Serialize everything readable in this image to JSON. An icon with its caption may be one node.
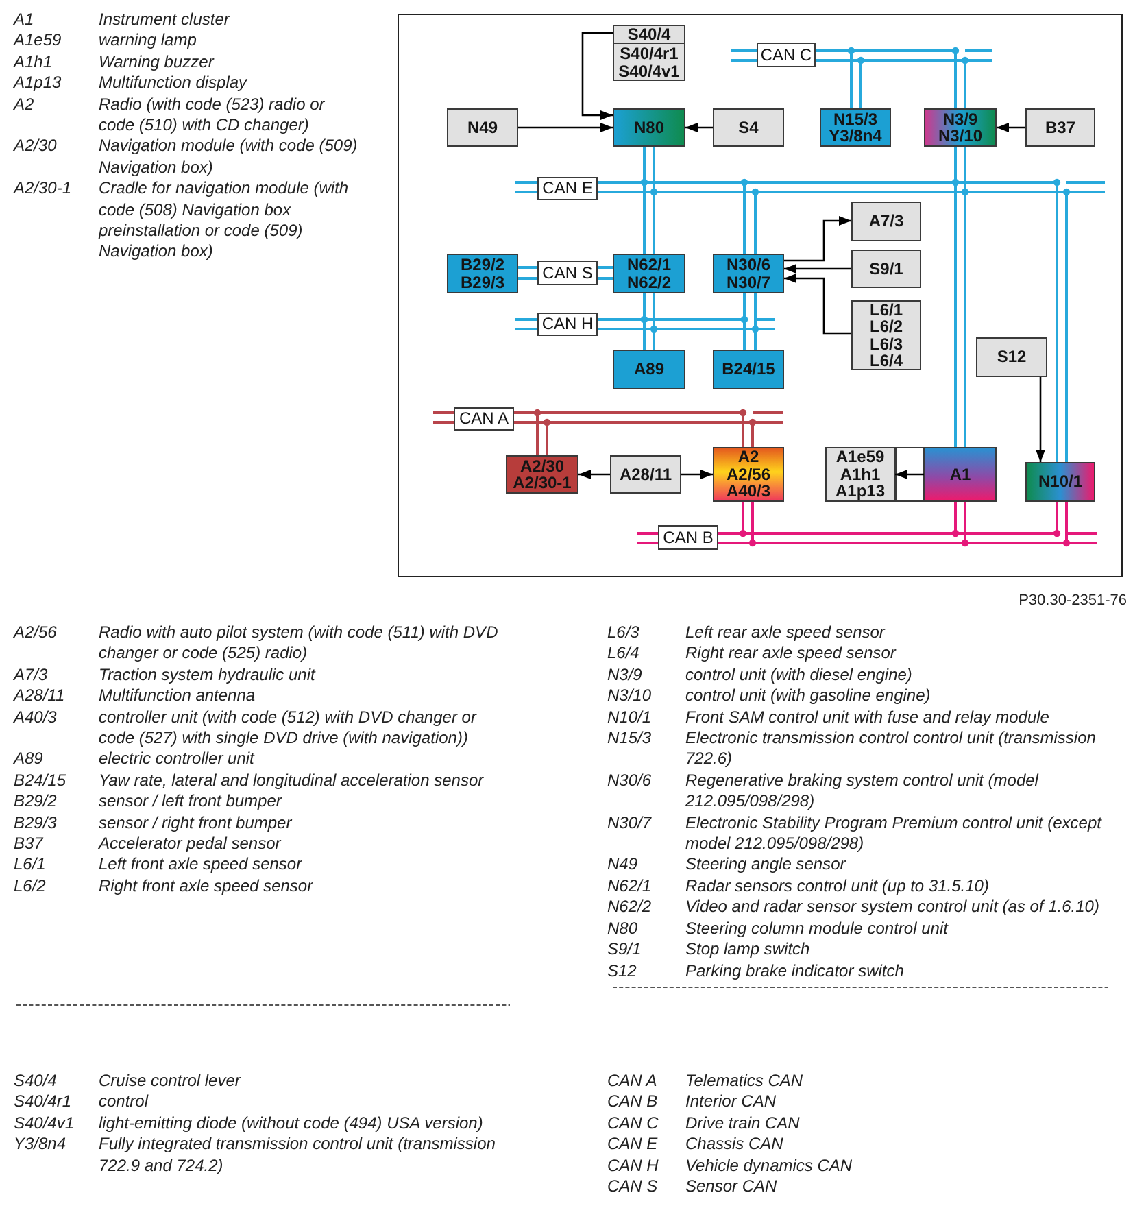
{
  "diagram": {
    "nodes": [
      {
        "text": [
          "S40/4",
          "S40/4r1",
          "S40/4v1"
        ]
      },
      {
        "text": [
          "CAN C"
        ]
      },
      {
        "text": [
          "N49"
        ]
      },
      {
        "text": [
          "N80"
        ]
      },
      {
        "text": [
          "S4"
        ]
      },
      {
        "text": [
          "N15/3",
          "Y3/8n4"
        ]
      },
      {
        "text": [
          "N3/9",
          "N3/10"
        ]
      },
      {
        "text": [
          "B37"
        ]
      },
      {
        "text": [
          "CAN E"
        ]
      },
      {
        "text": [
          "A7/3"
        ]
      },
      {
        "text": [
          "B29/2",
          "B29/3"
        ]
      },
      {
        "text": [
          "CAN S"
        ]
      },
      {
        "text": [
          "N62/1",
          "N62/2"
        ]
      },
      {
        "text": [
          "N30/6",
          "N30/7"
        ]
      },
      {
        "text": [
          "S9/1"
        ]
      },
      {
        "text": [
          "L6/1",
          "L6/2",
          "L6/3",
          "L6/4"
        ]
      },
      {
        "text": [
          "CAN H"
        ]
      },
      {
        "text": [
          "S12"
        ]
      },
      {
        "text": [
          "A89"
        ]
      },
      {
        "text": [
          "B24/15"
        ]
      },
      {
        "text": [
          "CAN A"
        ]
      },
      {
        "text": [
          "A2/30",
          "A2/30-1"
        ]
      },
      {
        "text": [
          "A28/11"
        ]
      },
      {
        "text": [
          "A2",
          "A2/56",
          "A40/3"
        ]
      },
      {
        "text": [
          "A1e59",
          "A1h1",
          "A1p13"
        ]
      },
      {
        "text": [
          "A1"
        ]
      },
      {
        "text": [
          "N10/1"
        ]
      },
      {
        "text": [
          "CAN B"
        ]
      }
    ],
    "edges": [
      {
        "from": 0,
        "to": 3,
        "arrow": "to",
        "color": "#000000"
      },
      {
        "from": 1,
        "to": 5,
        "arrow": "none"
      },
      {
        "from": 1,
        "to": 6,
        "arrow": "none"
      },
      {
        "from": 2,
        "to": 3,
        "arrow": "to",
        "color": "#000000"
      },
      {
        "from": 4,
        "to": 3,
        "arrow": "to",
        "color": "#000000"
      },
      {
        "from": 7,
        "to": 6,
        "arrow": "to",
        "color": "#000000"
      },
      {
        "from": 8,
        "to": 3,
        "arrow": "none"
      },
      {
        "from": 8,
        "to": 12,
        "arrow": "none"
      },
      {
        "from": 8,
        "to": 13,
        "arrow": "none"
      },
      {
        "from": 8,
        "to": 6,
        "arrow": "none"
      },
      {
        "from": 8,
        "to": 25,
        "arrow": "none"
      },
      {
        "from": 8,
        "to": 26,
        "arrow": "none"
      },
      {
        "from": 13,
        "to": 9,
        "arrow": "to",
        "color": "#000000"
      },
      {
        "from": 11,
        "to": 10,
        "arrow": "none"
      },
      {
        "from": 11,
        "to": 12,
        "arrow": "none"
      },
      {
        "from": 14,
        "to": 13,
        "arrow": "to",
        "color": "#000000"
      },
      {
        "from": 15,
        "to": 13,
        "arrow": "to",
        "color": "#000000"
      },
      {
        "from": 16,
        "to": 12,
        "arrow": "none"
      },
      {
        "from": 16,
        "to": 18,
        "arrow": "none"
      },
      {
        "from": 16,
        "to": 13,
        "arrow": "none"
      },
      {
        "from": 16,
        "to": 19,
        "arrow": "none"
      },
      {
        "from": 17,
        "to": 26,
        "arrow": "to",
        "color": "#000000"
      },
      {
        "from": 20,
        "to": 21,
        "arrow": "none",
        "color": "#b8444b"
      },
      {
        "from": 20,
        "to": 23,
        "arrow": "none",
        "color": "#b8444b"
      },
      {
        "from": 22,
        "to": 21,
        "arrow": "to",
        "color": "#000000"
      },
      {
        "from": 22,
        "to": 23,
        "arrow": "to",
        "color": "#000000"
      },
      {
        "from": 25,
        "to": 24,
        "arrow": "to",
        "color": "#000000"
      },
      {
        "from": 27,
        "to": 23,
        "arrow": "none",
        "color": "#e5187a"
      },
      {
        "from": 27,
        "to": 25,
        "arrow": "none",
        "color": "#e5187a"
      },
      {
        "from": 27,
        "to": 26,
        "arrow": "none",
        "color": "#e5187a"
      }
    ],
    "labels": [
      "A1",
      "Instrument cluster",
      "A1e59",
      "warning lamp",
      "A1h1",
      "Warning buzzer",
      "A1p13",
      "Multifunction display",
      "A2",
      "Radio (with code (523) radio or code (510) with CD changer)",
      "A2/30",
      "Navigation module (with code (509) Navigation box)",
      "A2/30-1",
      "Cradle for navigation module (with code (508) Navigation box preinstallation or code (509) Navigation box)",
      "P30.30-2351-76",
      "A2/56",
      "Radio with auto pilot system (with code (511) with DVD changer or code (525) radio)",
      "A7/3",
      "Traction system hydraulic unit",
      "A28/11",
      "Multifunction antenna",
      "A40/3",
      "controller unit (with code (512) with DVD changer or code (527) with single DVD drive (with navigation))",
      "A89",
      "electric controller unit",
      "B24/15",
      "Yaw rate, lateral and longitudinal acceleration sensor",
      "B29/2",
      "sensor / left front bumper",
      "B29/3",
      "sensor / right front bumper",
      "B37",
      "Accelerator pedal sensor",
      "L6/1",
      "Left front axle speed sensor",
      "L6/2",
      "Right front axle speed sensor",
      "L6/3",
      "Left rear axle speed sensor",
      "L6/4",
      "Right rear axle speed sensor",
      "N3/9",
      "control unit (with diesel engine)",
      "N3/10",
      "control unit (with gasoline engine)",
      "N10/1",
      "Front SAM control unit with fuse and relay module",
      "N15/3",
      "Electronic transmission control control unit (transmission 722.6)",
      "N30/6",
      "Regenerative braking system control unit (model 212.095/098/298)",
      "N30/7",
      "Electronic Stability Program Premium control unit (except model 212.095/098/298)",
      "N49",
      "Steering angle sensor",
      "N62/1",
      "Radar sensors control unit (up to 31.5.10)",
      "N62/2",
      "Video and radar sensor system control unit (as of 1.6.10)",
      "N80",
      "Steering column module control unit",
      "S9/1",
      "Stop lamp switch",
      "S12",
      "Parking brake indicator switch",
      "S40/4",
      "Cruise control lever",
      "S40/4r1",
      "control",
      "S40/4v1",
      "light-emitting diode (without code (494) USA version)",
      "Y3/8n4",
      "Fully integrated transmission control unit (transmission 722.9 and 724.2)",
      "CAN A",
      "Telematics CAN",
      "CAN B",
      "Interior CAN",
      "CAN C",
      "Drive train CAN",
      "CAN E",
      "Chassis CAN",
      "CAN H",
      "Vehicle dynamics CAN",
      "CAN S",
      "Sensor CAN"
    ]
  }
}
